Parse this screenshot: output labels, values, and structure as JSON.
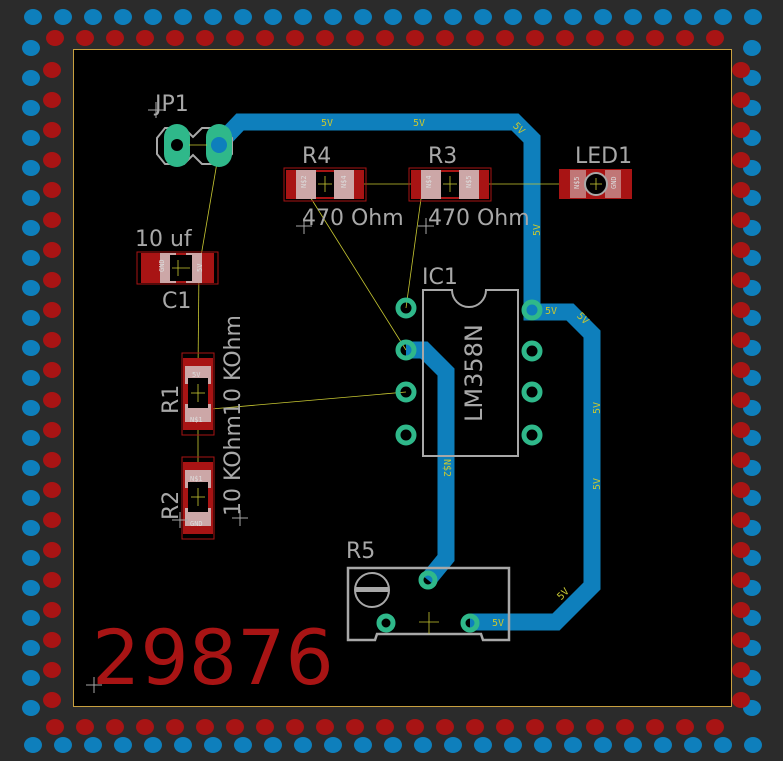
{
  "colors": {
    "background": "#2b2b2b",
    "board": "#000000",
    "outline": "#c8a040",
    "top_copper": "#0e7fbc",
    "bottom_copper": "#a81414",
    "pad": "#2fb88a",
    "silkscreen": "#a8a8a8",
    "airwire": "#c8c832",
    "smd_pad_overlay": "#d8d8d8",
    "board_id_text": "#a81414"
  },
  "board_id": "29876",
  "components": {
    "jp1": {
      "name": "JP1"
    },
    "r4": {
      "name": "R4",
      "value": "470 Ohm",
      "pad1": "N$2",
      "pad2": "N$4"
    },
    "r3": {
      "name": "R3",
      "value": "470 Ohm",
      "pad1": "N$4",
      "pad2": "N$5"
    },
    "led1": {
      "name": "LED1",
      "pad1": "N$5",
      "pad2": "GND"
    },
    "c1": {
      "name": "C1",
      "value": "10 uf",
      "pad1": "GND",
      "pad2": "5V",
      "pin1": "2",
      "pin2": "1"
    },
    "r1": {
      "name": "R1",
      "value": "10 KOhm",
      "pad_top": "5V",
      "pad_bottom": "N$1",
      "pin_top": "2",
      "pin_bottom": "1"
    },
    "r2": {
      "name": "R2",
      "value": "10 KOhm",
      "pad_top": "N$1",
      "pad_bottom": "GND",
      "pin_top": "2",
      "pin_bottom": "1"
    },
    "ic1": {
      "name": "IC1",
      "value": "LM358N"
    },
    "r5": {
      "name": "R5"
    }
  },
  "nets": {
    "vcc": "5V",
    "n2": "N$2"
  }
}
